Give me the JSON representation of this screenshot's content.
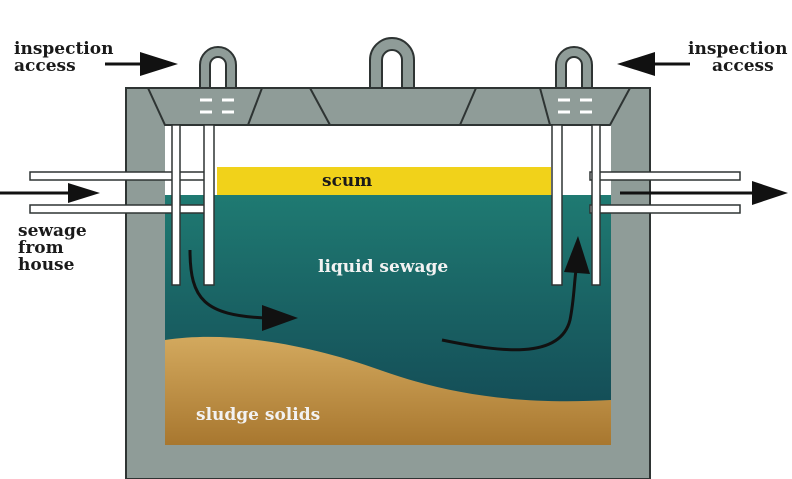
{
  "labels": {
    "inspection_left": [
      "inspection",
      "access"
    ],
    "inspection_right": [
      "inspection",
      "access"
    ],
    "inlet": [
      "sewage",
      "from",
      "house"
    ],
    "scum": "scum",
    "liquid": "liquid sewage",
    "sludge": "sludge solids"
  },
  "colors": {
    "tank_wall": "#8f9c98",
    "tank_outline": "#2e3433",
    "scum": "#f1d21a",
    "liquid_top": "#1f7a72",
    "liquid_bottom": "#134a52",
    "sludge_top": "#cfa45a",
    "sludge_bottom": "#a9772e",
    "pipe": "#ffffff",
    "arrow": "#111111"
  }
}
